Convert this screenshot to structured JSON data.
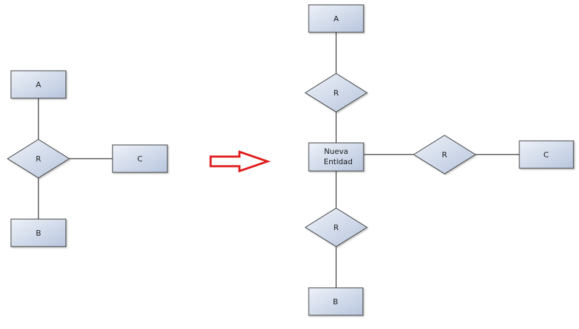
{
  "colors": {
    "node_fill_light": "#e9eef7",
    "node_fill_dark": "#b9c7de",
    "node_stroke": "#3a3a3a",
    "edge": "#000000",
    "arrow": "#e01b1b"
  },
  "before": {
    "entity_a": "A",
    "entity_b": "B",
    "entity_c": "C",
    "relation": "R"
  },
  "after": {
    "entity_a": "A",
    "entity_b": "B",
    "entity_c": "C",
    "new_entity_line1": "Nueva",
    "new_entity_line2": "Entidad",
    "relation_top": "R",
    "relation_right": "R",
    "relation_bottom": "R"
  },
  "arrow_icon": "right-arrow-outline-icon"
}
